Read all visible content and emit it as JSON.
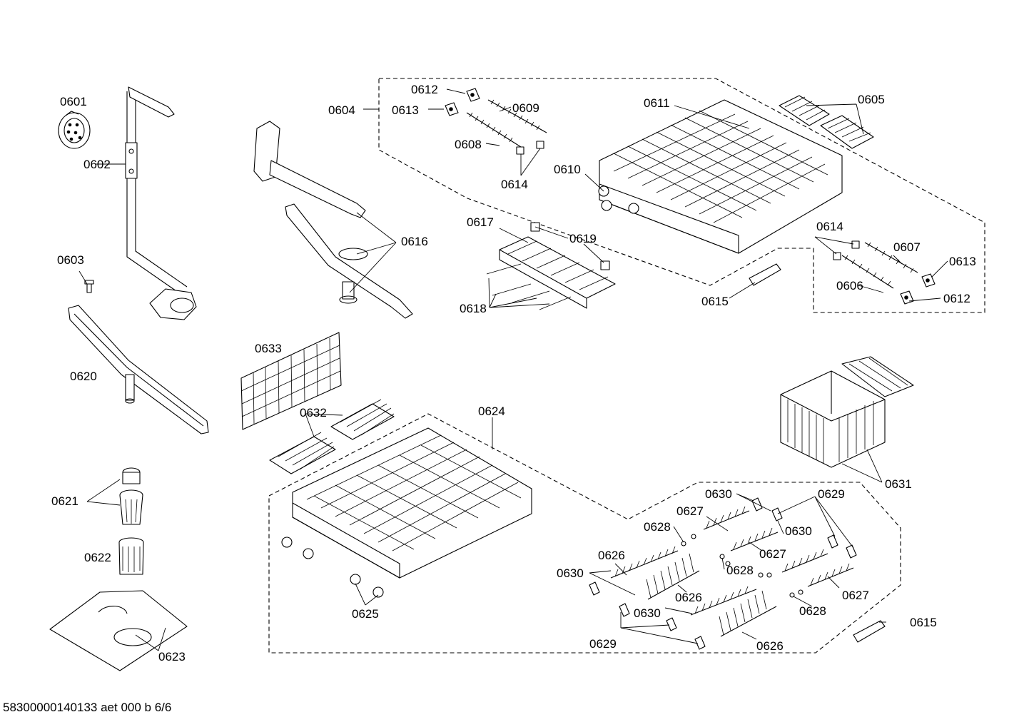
{
  "diagram": {
    "labels": {
      "p0601": "0601",
      "p0602": "0602",
      "p0603": "0603",
      "p0604": "0604",
      "p0605": "0605",
      "p0606": "0606",
      "p0607": "0607",
      "p0608": "0608",
      "p0609": "0609",
      "p0610": "0610",
      "p0611": "0611",
      "p0612a": "0612",
      "p0612b": "0612",
      "p0613a": "0613",
      "p0613b": "0613",
      "p0614a": "0614",
      "p0614b": "0614",
      "p0615a": "0615",
      "p0615b": "0615",
      "p0616": "0616",
      "p0617": "0617",
      "p0618": "0618",
      "p0619": "0619",
      "p0620": "0620",
      "p0621": "0621",
      "p0622": "0622",
      "p0623": "0623",
      "p0624": "0624",
      "p0625": "0625",
      "p0626a": "0626",
      "p0626b": "0626",
      "p0626c": "0626",
      "p0627a": "0627",
      "p0627b": "0627",
      "p0627c": "0627",
      "p0628a": "0628",
      "p0628b": "0628",
      "p0628c": "0628",
      "p0629a": "0629",
      "p0629b": "0629",
      "p0630a": "0630",
      "p0630b": "0630",
      "p0630c": "0630",
      "p0630d": "0630",
      "p0631": "0631",
      "p0632": "0632",
      "p0633": "0633"
    },
    "footer": "58300000140133 aet 000 b 6/6"
  }
}
